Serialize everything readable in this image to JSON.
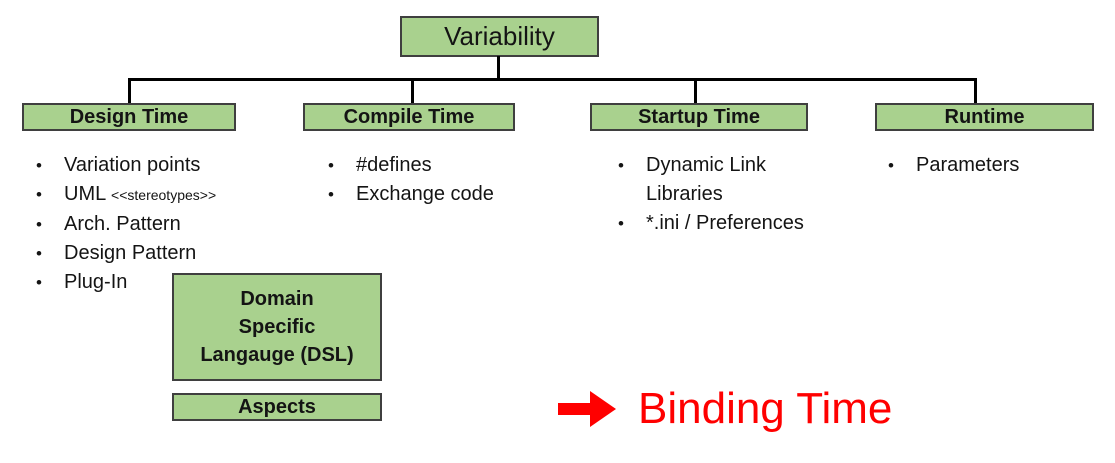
{
  "diagram": {
    "root": {
      "label": "Variability"
    },
    "branches": [
      {
        "header": "Design Time",
        "items": [
          {
            "bullet": "•",
            "text": "Variation points",
            "small": ""
          },
          {
            "bullet": "•",
            "text": "UML",
            "small": "<<stereotypes>>"
          },
          {
            "bullet": "•",
            "text": "Arch. Pattern",
            "small": ""
          },
          {
            "bullet": "•",
            "text": "Design Pattern",
            "small": ""
          },
          {
            "bullet": "•",
            "text": "Plug-In",
            "small": ""
          }
        ]
      },
      {
        "header": "Compile Time",
        "items": [
          {
            "bullet": "•",
            "text": "#defines",
            "small": ""
          },
          {
            "bullet": "•",
            "text": "Exchange code",
            "small": ""
          }
        ]
      },
      {
        "header": "Startup Time",
        "items": [
          {
            "bullet": "•",
            "text": "Dynamic Link Libraries",
            "small": ""
          },
          {
            "bullet": "•",
            "text": "*.ini / Preferences",
            "small": ""
          }
        ]
      },
      {
        "header": "Runtime",
        "items": [
          {
            "bullet": "•",
            "text": "Parameters",
            "small": ""
          }
        ]
      }
    ],
    "dsl_box": {
      "lines": [
        "Domain",
        "Specific",
        "Langauge (DSL)"
      ]
    },
    "aspects_box": {
      "label": "Aspects"
    },
    "annotation": {
      "icon": "arrow-right-icon",
      "label": "Binding Time"
    }
  },
  "colors": {
    "box_fill": "#A9D18E",
    "box_border": "#3F3F3F",
    "connector": "#000000",
    "annotation_red": "#FF0000",
    "text": "#141414",
    "background": "#FFFFFF"
  }
}
